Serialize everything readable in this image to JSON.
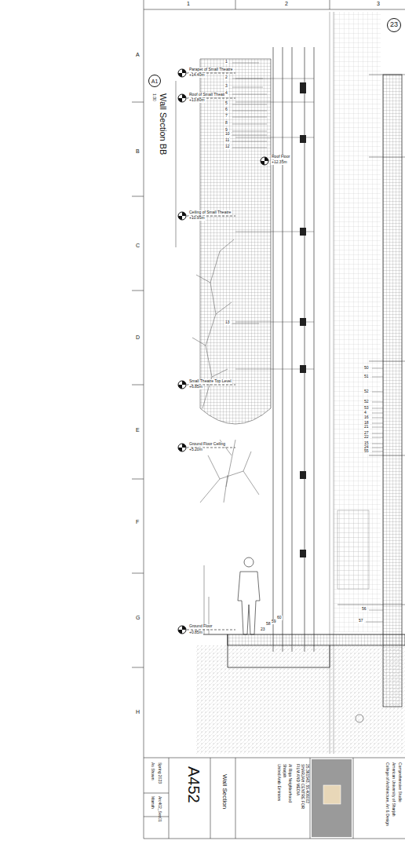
{
  "diagram": {
    "nodes": [
      {
        "text": [
          "23"
        ]
      },
      {
        "text": [
          "A1"
        ]
      }
    ],
    "labels": [
      "1",
      "2",
      "3",
      "A",
      "B",
      "C",
      "D",
      "E",
      "F",
      "G",
      "H",
      "Wall Section BB",
      "1:30",
      "Parapet of Small Theatre",
      "+14.40m",
      "Roof of Small Theatre",
      "+13.80m",
      "Roof Floor",
      "+12.35m",
      "Ceiling of Small Theatre",
      "+10.95m",
      "Small Theatre Top Level",
      "+6.85m",
      "Ground Floor Ceiling",
      "+5.20m",
      "Ground Floor",
      "+0.85m",
      "1",
      "2",
      "3",
      "4",
      "5",
      "6",
      "7",
      "8",
      "9",
      "10",
      "11",
      "12",
      "13",
      "50",
      "51",
      "52",
      "52",
      "53",
      "4",
      "16",
      "18",
      "21",
      "27",
      "22",
      "15",
      "24",
      "55",
      "56",
      "57",
      "23",
      "58",
      "59",
      "60",
      "Spring 2023",
      "As Shown",
      "Arc402_Sec01",
      "Marrah",
      "A452",
      "Wall Section",
      "SHARJAH CENTRE FOR FILM AND MEDIA",
      "Al Riqa Neighborhood",
      "Sharjah",
      "United Arab Emirates",
      "25.361543, 55.406002",
      "Comprehensive Studio",
      "American University of Sharjah",
      "College of Architecture, Art & Design"
    ]
  }
}
